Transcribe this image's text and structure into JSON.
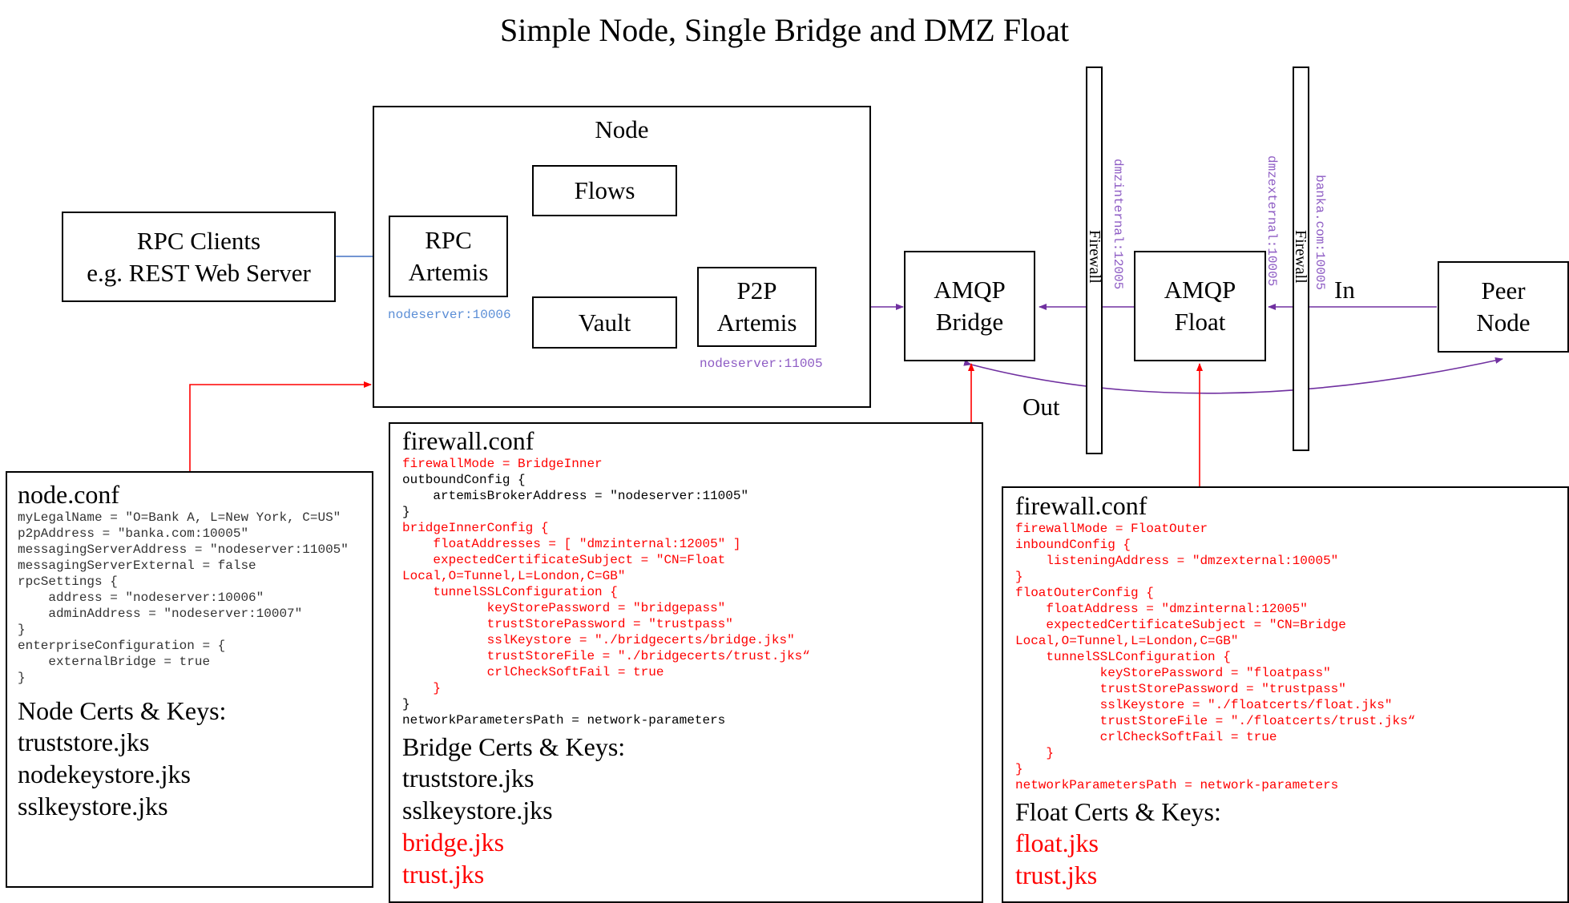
{
  "title": "Simple Node, Single Bridge and DMZ Float",
  "node_group": {
    "label": "Node"
  },
  "rpc_clients": {
    "line1": "RPC Clients",
    "line2": "e.g. REST Web Server"
  },
  "rpc_artemis": {
    "line1": "RPC",
    "line2": "Artemis",
    "address": "nodeserver:10006"
  },
  "flows": {
    "label": "Flows"
  },
  "vault": {
    "label": "Vault"
  },
  "p2p_artemis": {
    "line1": "P2P",
    "line2": "Artemis",
    "address": "nodeserver:11005"
  },
  "amqp_bridge": {
    "line1": "AMQP",
    "line2": "Bridge"
  },
  "amqp_float": {
    "line1": "AMQP",
    "line2": "Float"
  },
  "peer_node": {
    "line1": "Peer",
    "line2": "Node"
  },
  "firewalls": [
    {
      "label": "Firewall",
      "address_left": "dmzinternal:12005"
    },
    {
      "label": "Firewall",
      "address_left": "dmzexternal:10005",
      "address_right": "banka.com:10005"
    }
  ],
  "arrow_labels": {
    "in": "In",
    "out": "Out"
  },
  "node_conf": {
    "title": "node.conf",
    "code": [
      "myLegalName = \"O=Bank A, L=New York, C=US\"",
      "p2pAddress = \"banka.com:10005\"",
      "messagingServerAddress = \"nodeserver:11005\"",
      "messagingServerExternal = false",
      "rpcSettings {",
      "    address = \"nodeserver:10006\"",
      "    adminAddress = \"nodeserver:10007\"",
      "}",
      "enterpriseConfiguration = {",
      "    externalBridge = true",
      "}"
    ],
    "certs_heading": "Node Certs & Keys:",
    "certs": [
      "truststore.jks",
      "nodekeystore.jks",
      "sslkeystore.jks"
    ]
  },
  "bridge_conf": {
    "title": "firewall.conf",
    "code": [
      {
        "text": "firewallMode = BridgeInner",
        "red": true
      },
      {
        "text": "outboundConfig {",
        "red": false
      },
      {
        "text": "    artemisBrokerAddress = \"nodeserver:11005\"",
        "red": false
      },
      {
        "text": "}",
        "red": false
      },
      {
        "text": "bridgeInnerConfig {",
        "red": true
      },
      {
        "text": "    floatAddresses = [ \"dmzinternal:12005\" ]",
        "red": true
      },
      {
        "text": "    expectedCertificateSubject = \"CN=Float",
        "red": true
      },
      {
        "text": "Local,O=Tunnel,L=London,C=GB\"",
        "red": true
      },
      {
        "text": "    tunnelSSLConfiguration {",
        "red": true
      },
      {
        "text": "           keyStorePassword = \"bridgepass\"",
        "red": true
      },
      {
        "text": "           trustStorePassword = \"trustpass\"",
        "red": true
      },
      {
        "text": "           sslKeystore = \"./bridgecerts/bridge.jks\"",
        "red": true
      },
      {
        "text": "           trustStoreFile = \"./bridgecerts/trust.jks“",
        "red": true
      },
      {
        "text": "           crlCheckSoftFail = true",
        "red": true
      },
      {
        "text": "    }",
        "red": true
      },
      {
        "text": "}",
        "red": false
      },
      {
        "text": "networkParametersPath = network-parameters",
        "red": false
      }
    ],
    "certs_heading": "Bridge Certs & Keys:",
    "certs": [
      {
        "text": "truststore.jks",
        "red": false
      },
      {
        "text": "sslkeystore.jks",
        "red": false
      },
      {
        "text": "bridge.jks",
        "red": true
      },
      {
        "text": "trust.jks",
        "red": true
      }
    ]
  },
  "float_conf": {
    "title": "firewall.conf",
    "code": [
      {
        "text": "firewallMode = FloatOuter",
        "red": true
      },
      {
        "text": "inboundConfig {",
        "red": true
      },
      {
        "text": "    listeningAddress = \"dmzexternal:10005\"",
        "red": true
      },
      {
        "text": "}",
        "red": true
      },
      {
        "text": "floatOuterConfig {",
        "red": true
      },
      {
        "text": "    floatAddress = \"dmzinternal:12005\"",
        "red": true
      },
      {
        "text": "    expectedCertificateSubject = \"CN=Bridge",
        "red": true
      },
      {
        "text": "Local,O=Tunnel,L=London,C=GB\"",
        "red": true
      },
      {
        "text": "    tunnelSSLConfiguration {",
        "red": true
      },
      {
        "text": "           keyStorePassword = \"floatpass\"",
        "red": true
      },
      {
        "text": "           trustStorePassword = \"trustpass\"",
        "red": true
      },
      {
        "text": "           sslKeystore = \"./floatcerts/float.jks\"",
        "red": true
      },
      {
        "text": "           trustStoreFile = \"./floatcerts/trust.jks“",
        "red": true
      },
      {
        "text": "           crlCheckSoftFail = true",
        "red": true
      },
      {
        "text": "    }",
        "red": true
      },
      {
        "text": "}",
        "red": true
      },
      {
        "text": "networkParametersPath = network-parameters",
        "red": true
      }
    ],
    "certs_heading": "Float Certs & Keys:",
    "certs": [
      {
        "text": "float.jks",
        "red": true
      },
      {
        "text": "trust.jks",
        "red": true
      }
    ]
  },
  "colors": {
    "blue": "#4472c4",
    "purple": "#7030a0",
    "red": "#ff0000",
    "blue_label": "#5b8ed6",
    "purple_label": "#8e5cc4"
  }
}
